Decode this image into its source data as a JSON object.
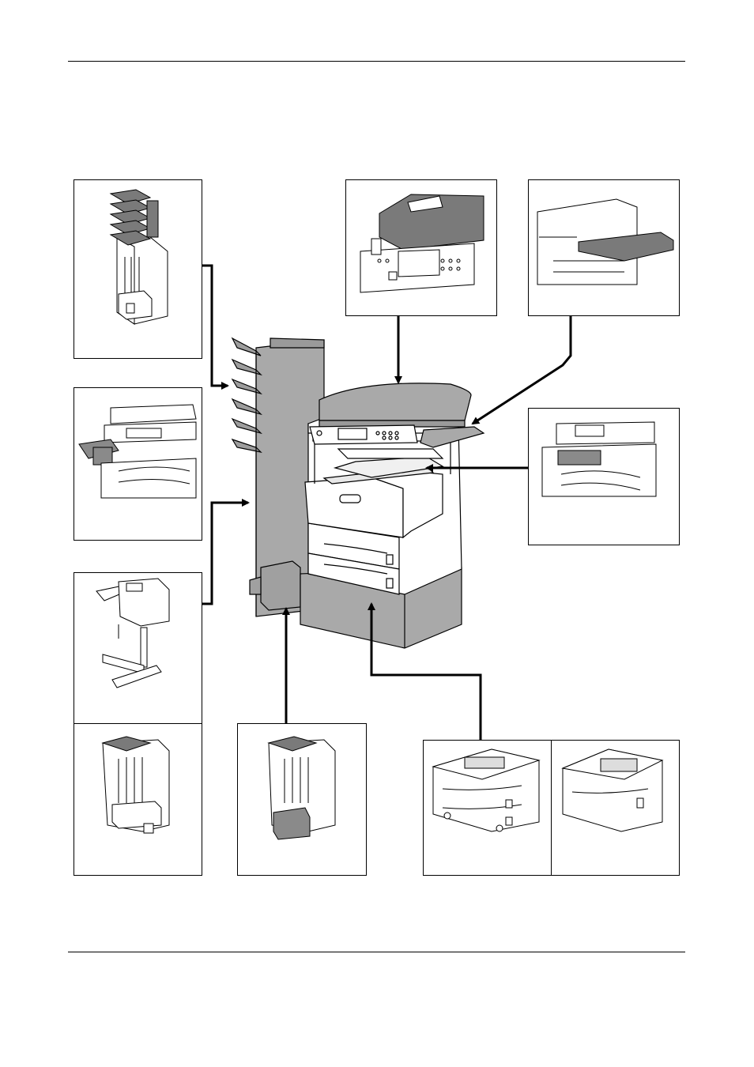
{
  "page": {
    "header_rule": true,
    "footer_rule": true
  },
  "diagram": {
    "main_unit": "printer-copier-base-with-options",
    "options": [
      {
        "id": "mailbox-finisher",
        "icon": "mailbox-finisher-icon"
      },
      {
        "id": "document-processor",
        "icon": "document-processor-icon"
      },
      {
        "id": "side-output-tray",
        "icon": "side-output-tray-icon"
      },
      {
        "id": "inner-job-separator",
        "icon": "inner-finisher-icon"
      },
      {
        "id": "right-job-separator",
        "icon": "job-separator-icon"
      },
      {
        "id": "stand-finisher",
        "icon": "stand-finisher-icon"
      },
      {
        "id": "document-finisher",
        "icon": "document-finisher-icon"
      },
      {
        "id": "folding-unit",
        "icon": "folding-finisher-icon"
      },
      {
        "id": "paper-feeder-dual",
        "icon": "paper-feeder-dual-icon"
      },
      {
        "id": "large-capacity-feeder",
        "icon": "large-capacity-feeder-icon"
      }
    ]
  }
}
